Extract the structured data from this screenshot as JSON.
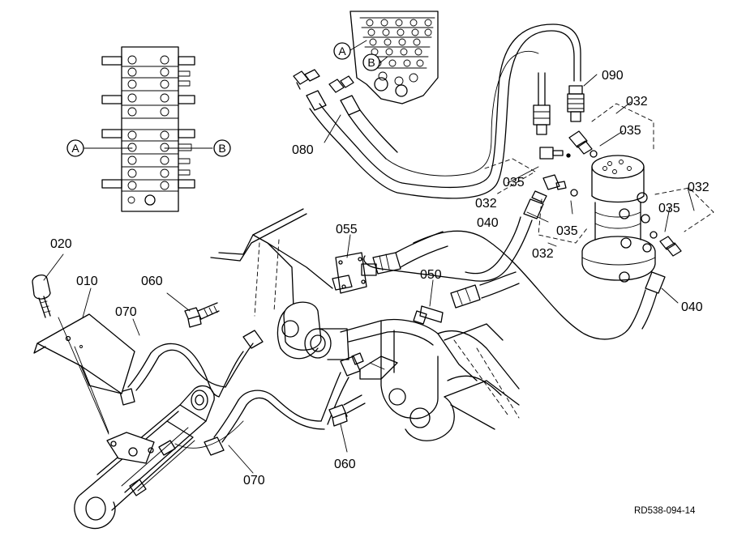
{
  "labels": {
    "p010": "010",
    "p020": "020",
    "p032a": "032",
    "p032b": "032",
    "p032c": "032",
    "p032d": "032",
    "p035a": "035",
    "p035b": "035",
    "p035c": "035",
    "p035d": "035",
    "p040a": "040",
    "p040b": "040",
    "p050": "050",
    "p055": "055",
    "p060a": "060",
    "p060b": "060",
    "p070a": "070",
    "p070b": "070",
    "p080": "080",
    "p090": "090"
  },
  "ports": {
    "a": "A",
    "b": "B"
  },
  "drawing_code": "RD538-094-14"
}
